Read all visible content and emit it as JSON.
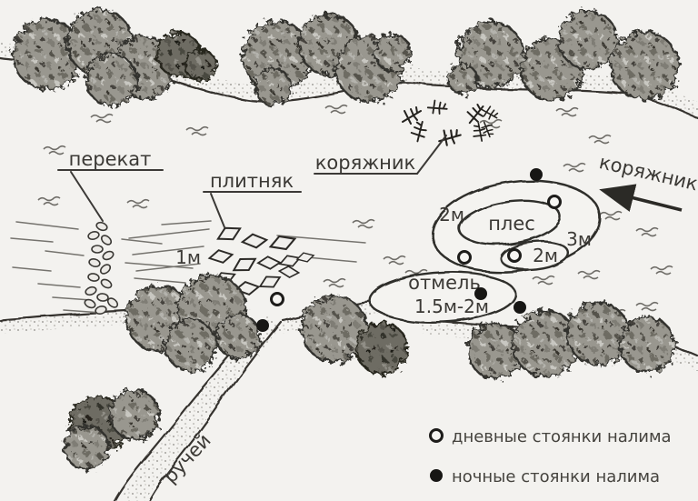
{
  "labels": {
    "perekat": "перекат",
    "plitnyak": "плитняк",
    "koryazhnik_left": "коряжник",
    "koryazhnik_right": "коряжник",
    "ples": "плес",
    "otmel": "отмель",
    "ruchey": "ручей"
  },
  "depths": {
    "plitnyak": "1м",
    "pool_left": "2м",
    "pool_right": "3м",
    "pool_hole": "2м",
    "otmel_range": "1.5м-2м"
  },
  "legend": {
    "day_label": "дневные стоянки налима",
    "night_label": "ночные стоянки налима"
  },
  "spots": {
    "day": [
      [
        305,
        329
      ],
      [
        511,
        283
      ],
      [
        610,
        222
      ],
      [
        566,
        281
      ]
    ],
    "night": [
      [
        289,
        358
      ],
      [
        590,
        192
      ],
      [
        529,
        323
      ],
      [
        572,
        338
      ]
    ]
  },
  "colors": {
    "paper": "#f3f2ef",
    "ink": "#35332f",
    "foliage": "#99978f",
    "spot_night": "#171614"
  }
}
